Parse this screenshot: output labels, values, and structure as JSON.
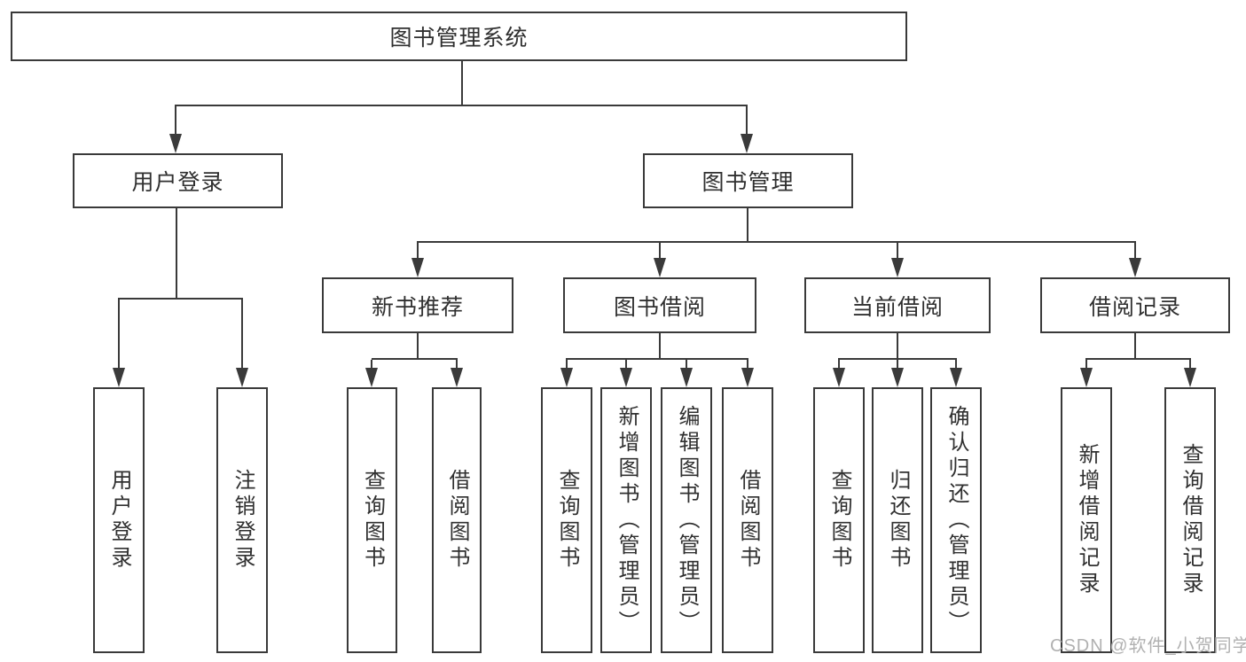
{
  "diagram": {
    "type": "hierarchy-tree",
    "tree": {
      "root": {
        "label": "图书管理系统"
      },
      "children": [
        {
          "label": "用户登录",
          "children": [
            {
              "label": "用户登录"
            },
            {
              "label": "注销登录"
            }
          ]
        },
        {
          "label": "图书管理",
          "children": [
            {
              "label": "新书推荐",
              "children": [
                {
                  "label": "查询图书"
                },
                {
                  "label": "借阅图书"
                }
              ]
            },
            {
              "label": "图书借阅",
              "children": [
                {
                  "label": "查询图书"
                },
                {
                  "label": "新增图书（管理员）"
                },
                {
                  "label": "编辑图书（管理员）"
                },
                {
                  "label": "借阅图书"
                }
              ]
            },
            {
              "label": "当前借阅",
              "children": [
                {
                  "label": "查询图书"
                },
                {
                  "label": "归还图书"
                },
                {
                  "label": "确认归还（管理员）"
                }
              ]
            },
            {
              "label": "借阅记录",
              "children": [
                {
                  "label": "新增借阅记录"
                },
                {
                  "label": "查询借阅记录"
                }
              ]
            }
          ]
        }
      ]
    },
    "colors": {
      "line": "#3a3a3a",
      "box_background": "#ffffff",
      "text": "#303030",
      "watermark": "#b1b1b1",
      "page_background": "#ffffff"
    }
  },
  "watermark": {
    "text": "CSDN @软件_小贺同学"
  }
}
